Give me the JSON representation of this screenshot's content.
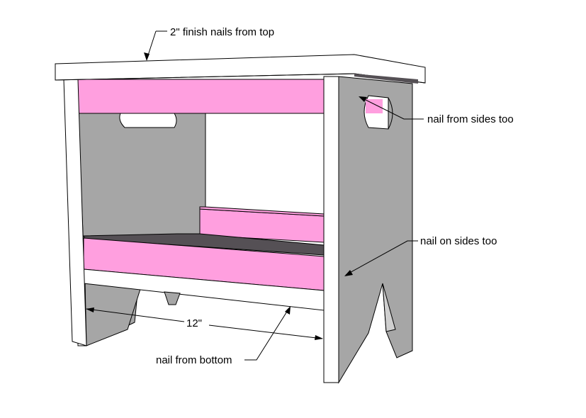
{
  "annotations": {
    "top_nails": "2\" finish nails from top",
    "sides_upper": "nail from sides too",
    "sides_lower": "nail on sides too",
    "bottom": "nail from bottom",
    "dimension": "12\""
  },
  "colors": {
    "top": "#ffffff",
    "side_panel": "#a6a6a6",
    "front_edge": "#ffffff",
    "apron": "#ff9fdf",
    "step_top": "#555055",
    "outline": "#000000"
  }
}
